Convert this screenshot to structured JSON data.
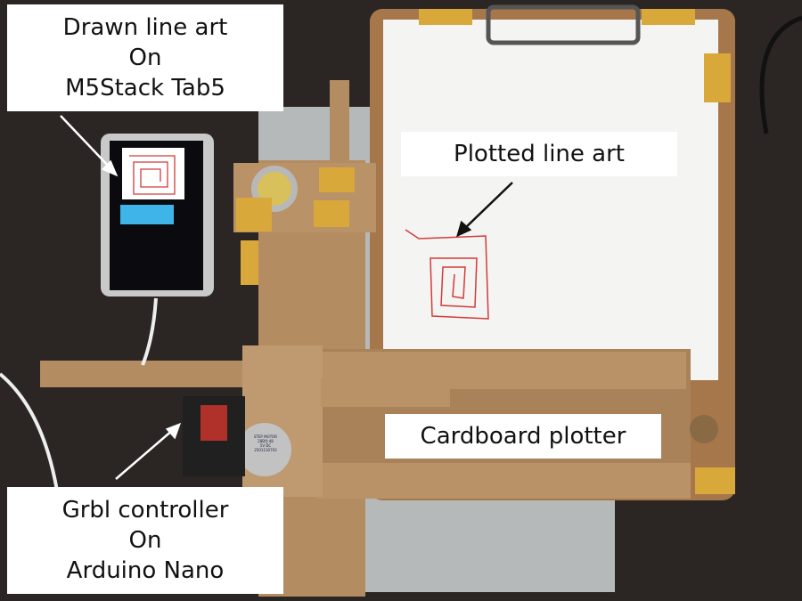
{
  "labels": {
    "tablet": [
      "Drawn line art",
      "On",
      "M5Stack Tab5"
    ],
    "plotted": "Plotted line art",
    "plotter": "Cardboard plotter",
    "controller": [
      "Grbl controller",
      "On",
      "Arduino Nano"
    ]
  },
  "motor_labels": {
    "x_motor": [
      "STEP MOTOR",
      "28BYJ-48",
      "5V DC",
      "2501130703"
    ]
  },
  "colors": {
    "background": "#2b2623",
    "cardboard": "#b48c62",
    "paper": "#f4f4f2",
    "tape": "#d9a83a",
    "plot_line": "#d23b3b"
  }
}
